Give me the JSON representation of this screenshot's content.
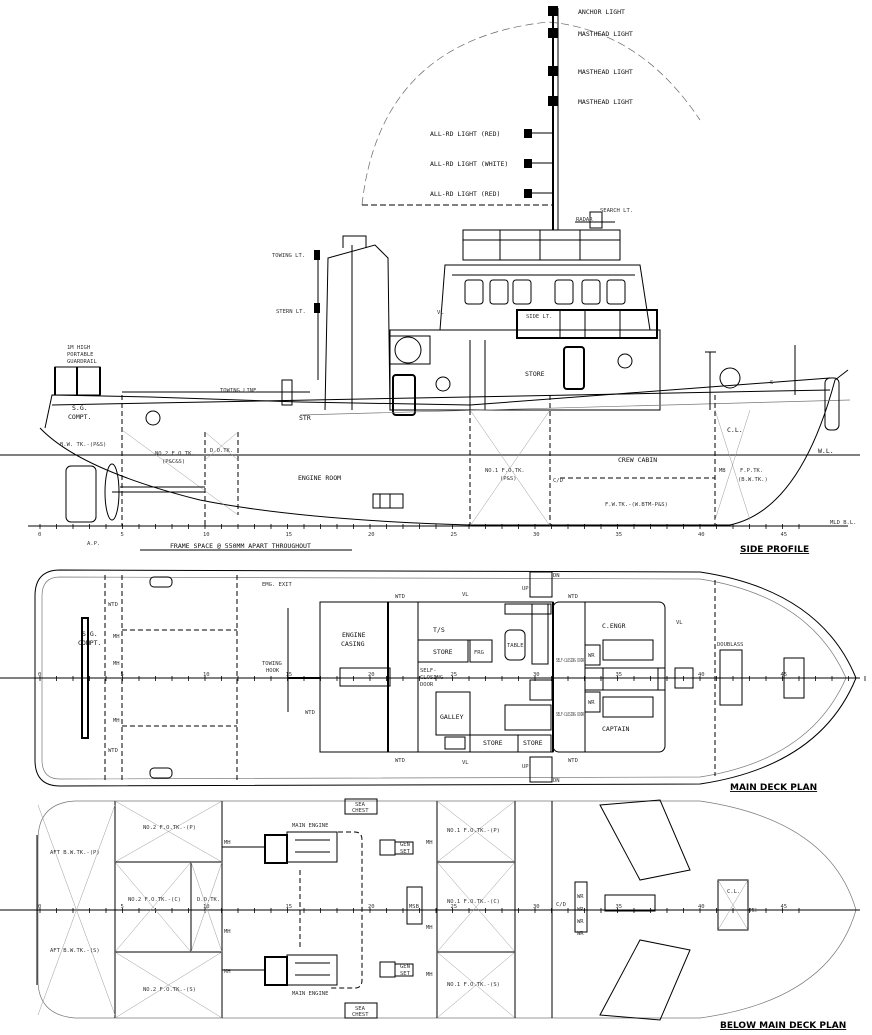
{
  "side_profile": {
    "title": "SIDE PROFILE",
    "frame_note": "FRAME SPACE @ 550MM APART THROUGHOUT",
    "labels": [
      "ANCHOR LIGHT",
      "MASTHEAD LIGHT",
      "MASTHEAD LIGHT",
      "MASTHEAD LIGHT",
      "ALL-RD LIGHT (RED)",
      "ALL-RD LIGHT (WHITE)",
      "ALL-RD LIGHT (RED)",
      "SEARCH LT.",
      "RADAR",
      "TOWING LT.",
      "STERN LT.",
      "1M HIGH",
      "PORTABLE",
      "GUARDRAIL",
      "TOWING LINE",
      "S.G.",
      "COMPT.",
      "STR",
      "B.W. TK.-(P&S)",
      "NO.2 F.O.TK.",
      "(P&C&S)",
      "D.O.TK.",
      "ENGINE ROOM",
      "NO.1 F.O.TK.",
      "(P&S)",
      "CREW CABIN",
      "STORE",
      "SIDE LT.",
      "C.L.",
      "F.P.TK.",
      "(B.W.TK.)",
      "F.W.TK.-(W.BTM-P&S)",
      "C/D",
      "W.L.",
      "MLD B.L.",
      "A.P.",
      "VL",
      "MB",
      "S"
    ]
  },
  "main_deck": {
    "title": "MAIN DECK PLAN",
    "labels": [
      "S.G.",
      "COMPT.",
      "TOWING",
      "HOOK",
      "ENGINE",
      "CASING",
      "T/S",
      "STORE",
      "FRG",
      "TABLE",
      "SELF-",
      "CLOSING",
      "DOOR",
      "GALLEY",
      "STORE",
      "STORE",
      "SELF-CLOSING DOOR",
      "SELF-CLOSING DOOR",
      "C.ENGR",
      "CAPTAIN",
      "WR",
      "WR",
      "WTD",
      "WTD",
      "WTD",
      "WTD",
      "WTD",
      "WTD",
      "WTD",
      "UP",
      "DN",
      "UP",
      "DN",
      "VL",
      "VL",
      "VL",
      "DOUBLASS",
      "EMG. EXIT",
      "MH",
      "MH",
      "MH"
    ]
  },
  "below_deck": {
    "title": "BELOW MAIN DECK PLAN",
    "labels": [
      "AFT B.W.TK.-(P)",
      "AFT B.W.TK.-(S)",
      "NO.2 F.O.TK.-(P)",
      "NO.2 F.O.TK.-(C)",
      "D.O.TK.",
      "NO.2 F.O.TK.-(S)",
      "MAIN ENGINE",
      "MAIN ENGINE",
      "SEA",
      "CHEST",
      "SEA",
      "CHEST",
      "GEN",
      "SET",
      "GEN",
      "SET",
      "MSB",
      "NO.1 F.O.TK.-(P)",
      "NO.1 F.O.TK.-(C)",
      "NO.1 F.O.TK.-(S)",
      "C/D",
      "WR",
      "WR",
      "WR",
      "WR",
      "C.L.",
      "MH",
      "MH",
      "MH",
      "MH",
      "MH",
      "MH",
      "MH"
    ]
  },
  "frame_numbers": [
    "0",
    "5",
    "10",
    "15",
    "20",
    "25",
    "30",
    "35",
    "40",
    "45"
  ]
}
